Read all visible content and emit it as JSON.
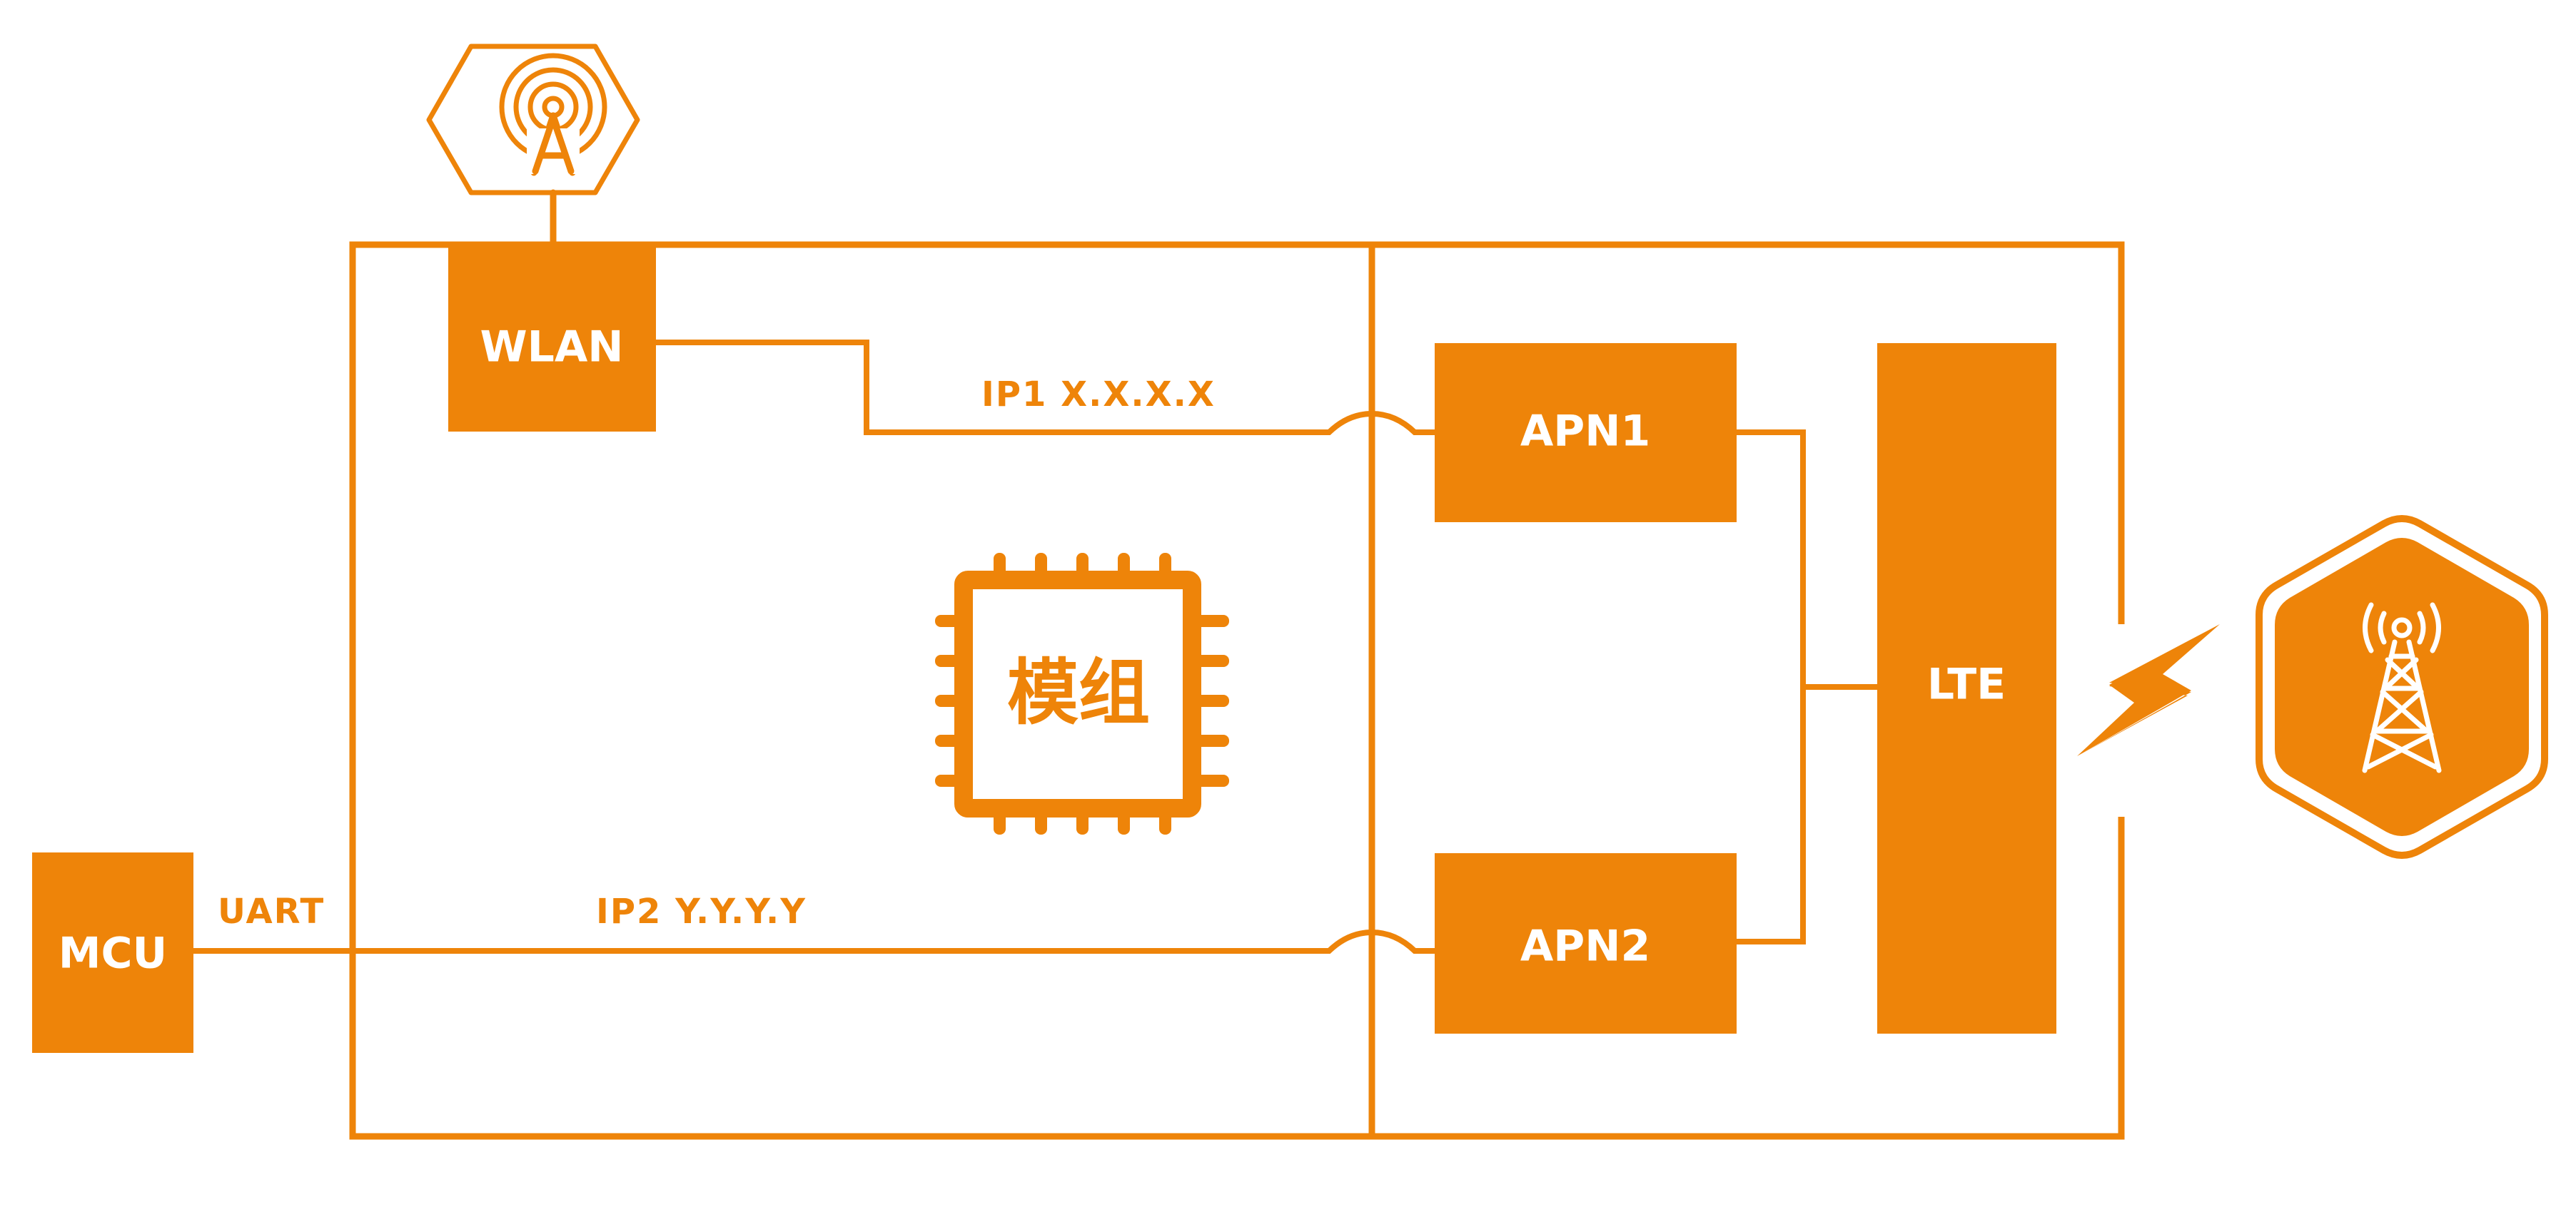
{
  "colors": {
    "accent": "#EE8409",
    "background": "#FFFFFF",
    "box_text": "#FFFFFF"
  },
  "labels": {
    "wlan": "WLAN",
    "apn1": "APN1",
    "apn2": "APN2",
    "lte": "LTE",
    "mcu": "MCU",
    "uart": "UART",
    "ip1": "IP1 X.X.X.X",
    "ip2": "IP2 Y.Y.Y.Y",
    "module": "模组"
  },
  "icons": {
    "wifi_antenna": "wifi-antenna-hexagon-icon",
    "cell_tower": "cell-tower-hexagon-icon",
    "signal": "lightning-signal-icon",
    "chip": "chip-icon"
  }
}
